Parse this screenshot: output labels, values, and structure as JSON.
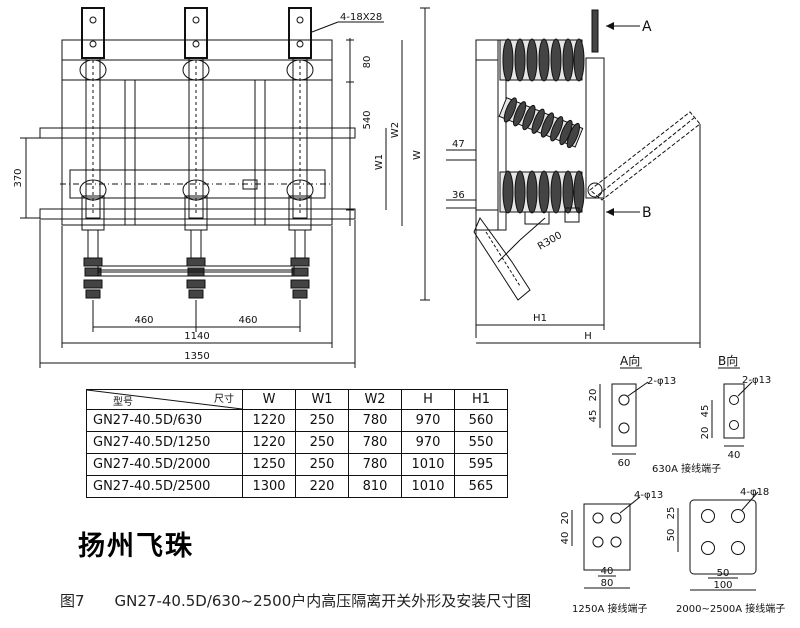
{
  "front_view": {
    "dims": {
      "hole_spec": "4-18X28",
      "d80": "80",
      "d540": "540",
      "w1": "W1",
      "w2": "W2",
      "w": "W",
      "d370": "370",
      "d460_left": "460",
      "d460_right": "460",
      "d1140": "1140",
      "d1350": "1350"
    }
  },
  "side_view": {
    "arrow_a": "A",
    "arrow_b": "B",
    "d47": "47",
    "d36": "36",
    "radius": "R300",
    "h1": "H1",
    "h": "H"
  },
  "table": {
    "header_model": "型号",
    "header_size": "尺寸",
    "columns": [
      "W",
      "W1",
      "W2",
      "H",
      "H1"
    ],
    "rows": [
      {
        "model": "GN27-40.5D/630",
        "values": [
          "1220",
          "250",
          "780",
          "970",
          "560"
        ]
      },
      {
        "model": "GN27-40.5D/1250",
        "values": [
          "1220",
          "250",
          "780",
          "970",
          "550"
        ]
      },
      {
        "model": "GN27-40.5D/2000",
        "values": [
          "1250",
          "250",
          "780",
          "1010",
          "595"
        ]
      },
      {
        "model": "GN27-40.5D/2500",
        "values": [
          "1300",
          "220",
          "810",
          "1010",
          "565"
        ]
      }
    ]
  },
  "terminal_views": {
    "a_title": "A向",
    "b_title": "B向",
    "a_holes": "2-φ13",
    "a_d20": "20",
    "a_d45": "45",
    "a_w60": "60",
    "b_holes": "2-φ13",
    "b_d20": "20",
    "b_d45": "45",
    "b_w40": "40",
    "label_630": "630A 接线端子",
    "t1250_holes": "4-φ13",
    "t1250_d20": "20",
    "t1250_d40": "40",
    "t1250_w40": "40",
    "t1250_w80": "80",
    "label_1250": "1250A 接线端子",
    "t2000_holes": "4-φ18",
    "t2000_d25": "25",
    "t2000_d50": "50",
    "t2000_w50": "50",
    "t2000_w100": "100",
    "label_2000": "2000~2500A 接线端子"
  },
  "brand": "扬州飞珠",
  "caption": {
    "figure": "图7",
    "text": "GN27-40.5D/630~2500户内高压隔离开关外形及安装尺寸图"
  }
}
